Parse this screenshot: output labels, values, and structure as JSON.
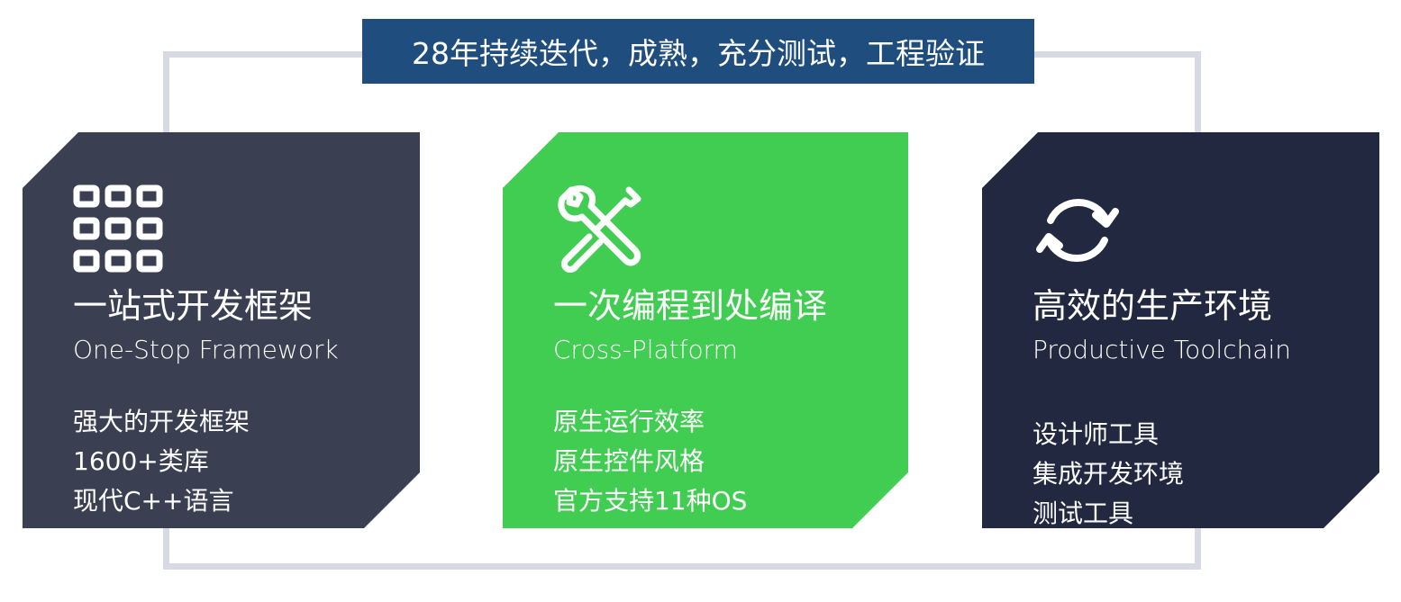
{
  "banner": {
    "text": "28年持续迭代，成熟，充分测试，工程验证"
  },
  "cards": [
    {
      "icon": "grid-icon",
      "title": "一站式开发框架",
      "subtitle": "One-Stop Framework",
      "features": [
        "强大的开发框架",
        "1600+类库",
        "现代C++语言"
      ],
      "background": "#3a3f52"
    },
    {
      "icon": "wrench-screwdriver-icon",
      "title": "一次编程到处编译",
      "subtitle": "Cross-Platform",
      "features": [
        "原生运行效率",
        "原生控件风格",
        "官方支持11种OS"
      ],
      "background": "#41cd52"
    },
    {
      "icon": "refresh-cycle-icon",
      "title": "高效的生产环境",
      "subtitle": "Productive Toolchain",
      "features": [
        "设计师工具",
        "集成开发环境",
        "测试工具"
      ],
      "background": "#222840"
    }
  ],
  "colors": {
    "banner": "#1e4d7e",
    "frame": "#d7d9e3",
    "text": "#ffffff"
  }
}
